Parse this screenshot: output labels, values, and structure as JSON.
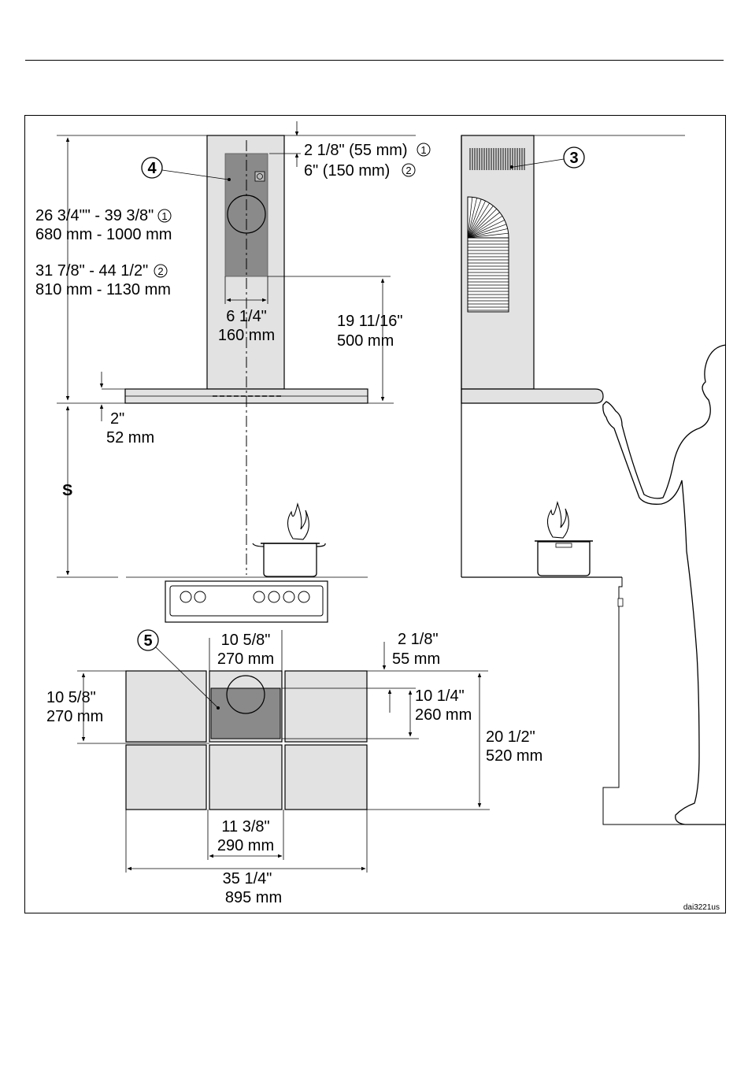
{
  "hood_front": {
    "gap_top": {
      "line1": "2 1/8\" (55 mm)",
      "line2": "6\" (150 mm)",
      "marker1": "1",
      "marker2": "2"
    },
    "height_range_1": {
      "line1": "26 3/4\"\" - 39 3/8\"",
      "line2": "680 mm - 1000 mm",
      "marker": "1"
    },
    "height_range_2": {
      "line1": "31 7/8\" - 44 1/2\"",
      "line2": "810 mm - 1130 mm",
      "marker": "2"
    },
    "duct_width": {
      "line1": "6 1/4\"",
      "line2": "160 mm"
    },
    "canopy_height": {
      "line1": "19 11/16\"",
      "line2": "500 mm"
    },
    "canopy_thickness": {
      "line1": "2\"",
      "line2": "52 mm"
    },
    "clearance_label": "S",
    "callout": "4"
  },
  "hood_side": {
    "callout": "3"
  },
  "plan_view": {
    "callout": "5",
    "cutout_width": {
      "line1": "10 5/8\"",
      "line2": "270 mm"
    },
    "offset_top": {
      "line1": "2 1/8\"",
      "line2": "55 mm"
    },
    "cutout_height": {
      "line1": "10 5/8\"",
      "line2": "270 mm"
    },
    "inner_height": {
      "line1": "10 1/4\"",
      "line2": "260 mm"
    },
    "total_depth": {
      "line1": "20 1/2\"",
      "line2": "520 mm"
    },
    "duct_opening": {
      "line1": "11 3/8\"",
      "line2": "290 mm"
    },
    "total_width": {
      "line1": "35 1/4\"",
      "line2": "895 mm"
    }
  },
  "figure_code": "dai3221us",
  "colors": {
    "panel": "#e2e2e2",
    "cutout": "#8a8a8a",
    "line": "#000000"
  }
}
